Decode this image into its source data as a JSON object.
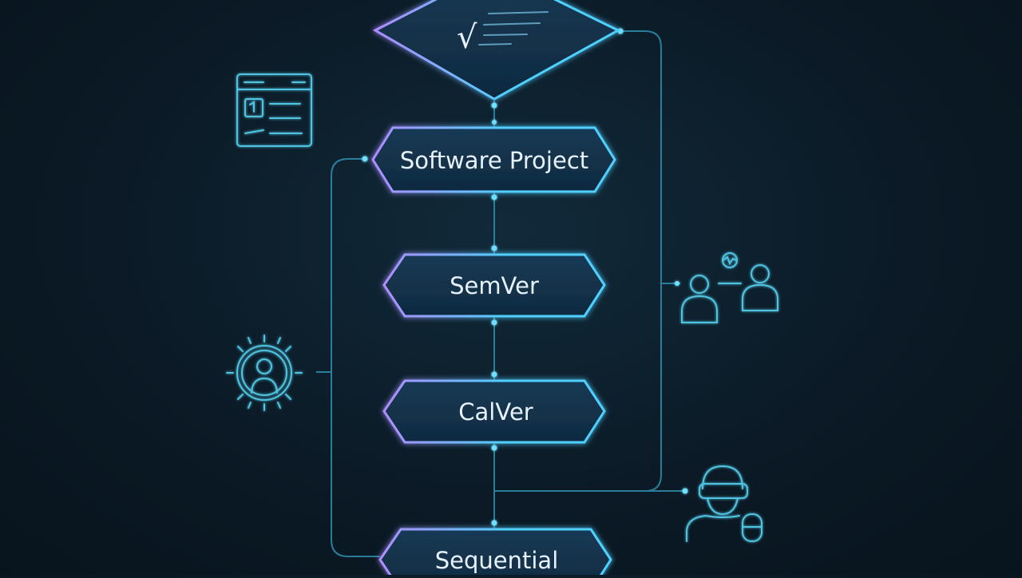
{
  "diagram": {
    "nodes": [
      {
        "id": "decision",
        "label": "√",
        "shape": "diamond"
      },
      {
        "id": "software_project",
        "label": "Software Project",
        "shape": "hexagon"
      },
      {
        "id": "semver",
        "label": "SemVer",
        "shape": "hexagon"
      },
      {
        "id": "calver",
        "label": "CalVer",
        "shape": "hexagon"
      },
      {
        "id": "sequential",
        "label": "Sequential",
        "shape": "hexagon"
      }
    ],
    "icons": [
      {
        "id": "document",
        "name": "document-window-icon"
      },
      {
        "id": "user-settings",
        "name": "user-gear-icon"
      },
      {
        "id": "team",
        "name": "team-users-icon"
      },
      {
        "id": "vr-user",
        "name": "vr-headset-user-icon"
      }
    ]
  },
  "colors": {
    "background": "#0b1a26",
    "node_fill": "#12314a",
    "glow_cyan": "#4fd0ff",
    "glow_purple": "#a98cff",
    "connector": "#3aa8c8",
    "text": "#e6f3ff"
  }
}
